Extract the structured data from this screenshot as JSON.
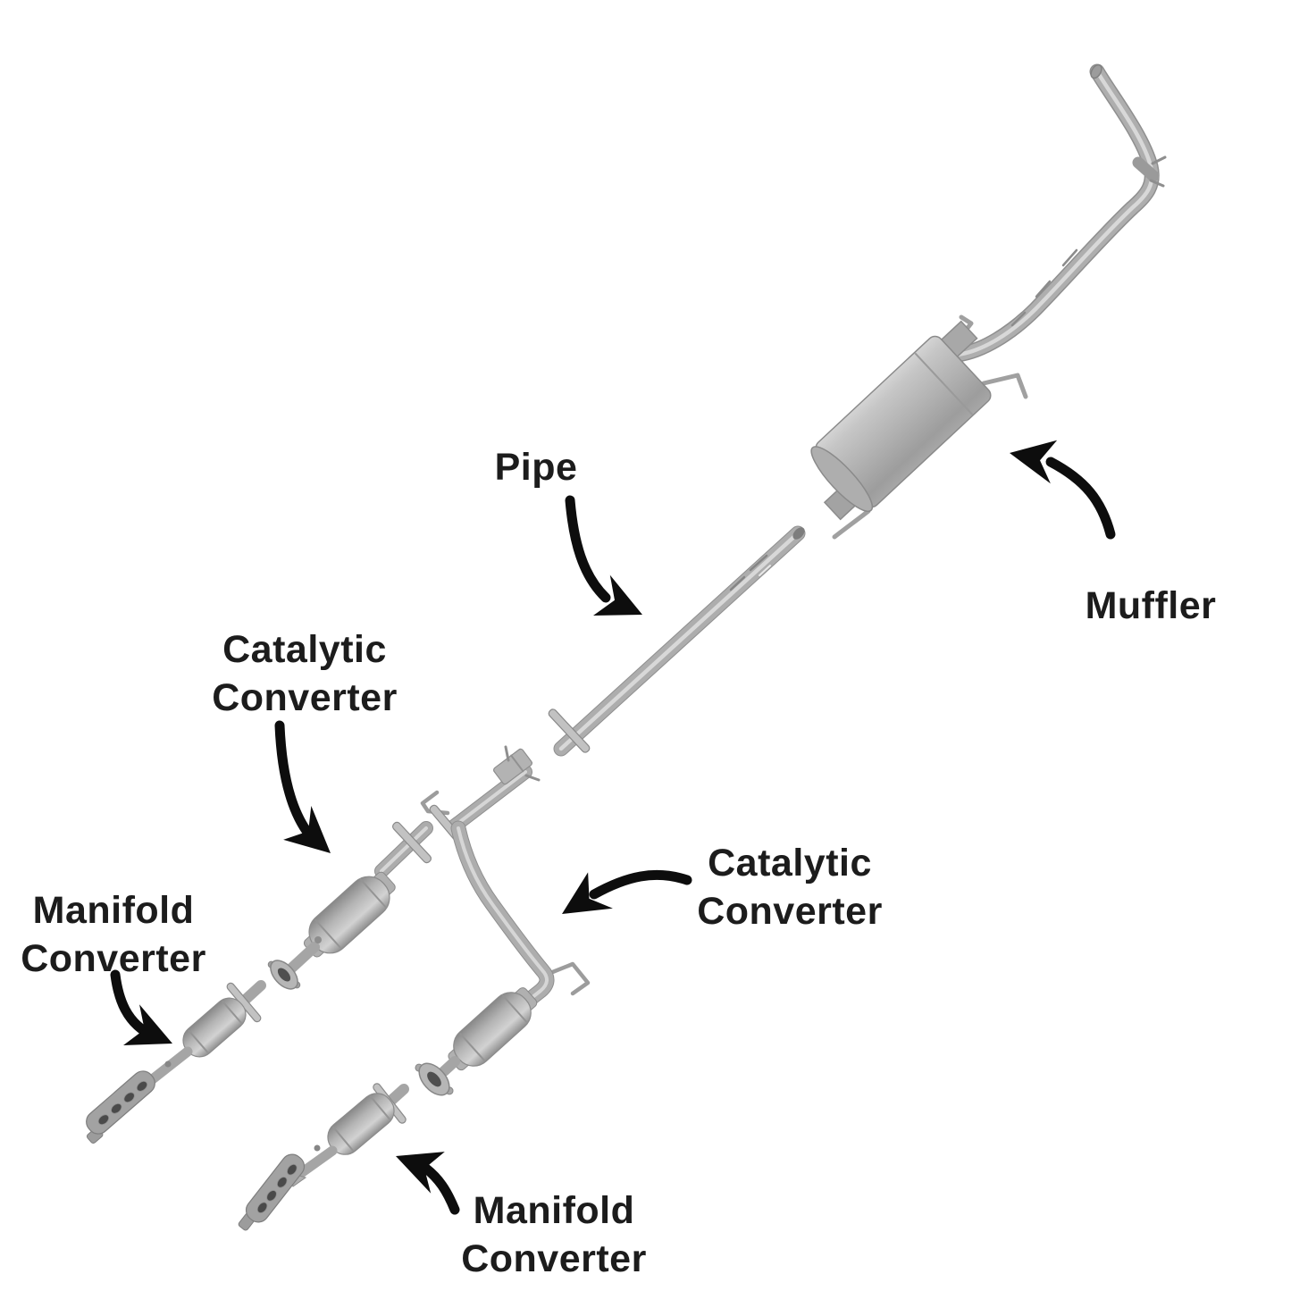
{
  "page": {
    "background": "#ffffff",
    "kind": "exploded-parts-diagram",
    "subject": "Car exhaust system components"
  },
  "labels": {
    "pipe": "Pipe",
    "muffler": "Muffler",
    "catalytic_converter_left": "Catalytic Converter",
    "catalytic_converter_right": "Catalytic Converter",
    "manifold_converter_left": "Manifold Converter",
    "manifold_converter_bottom": "Manifold Converter"
  },
  "parts": [
    "tailpipe",
    "muffler",
    "intermediate-pipe",
    "front-y-pipe-with-catalytic-converter",
    "catalytic-converter-left",
    "manifold-converter-left",
    "manifold-converter-bottom",
    "flange-discs",
    "oval-flanges",
    "hanger-brackets"
  ],
  "colors": {
    "background": "#ffffff",
    "text": "#1c1c1c",
    "arrow": "#0d0d0d",
    "metal_light": "#d6d6d6",
    "metal_mid": "#adadad",
    "metal_dark": "#8a8a8a",
    "port_hole": "#4f4f4f"
  }
}
